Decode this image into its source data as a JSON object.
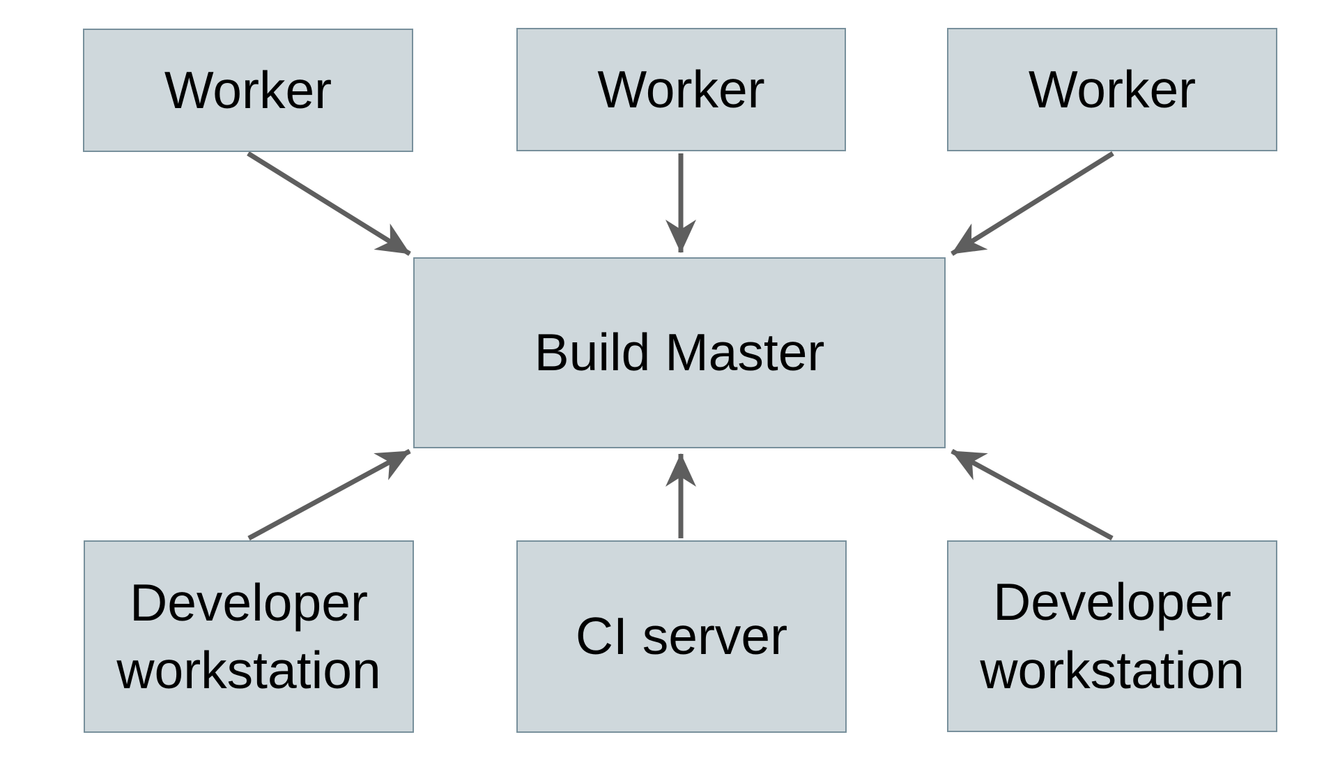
{
  "diagram": {
    "background": "#ffffff",
    "node_fill": "#cfd8dc",
    "node_border": "#78909c",
    "arrow_color": "#5e5e5e",
    "text_color": "#000000",
    "nodes": [
      {
        "id": "worker-top-left",
        "label": "Worker"
      },
      {
        "id": "worker-top-center",
        "label": "Worker"
      },
      {
        "id": "worker-top-right",
        "label": "Worker"
      },
      {
        "id": "build-master",
        "label": "Build Master"
      },
      {
        "id": "developer-workstation-left",
        "label": "Developer workstation"
      },
      {
        "id": "ci-server",
        "label": "CI server"
      },
      {
        "id": "developer-workstation-right",
        "label": "Developer workstation"
      }
    ],
    "edges": [
      {
        "from": "worker-top-left",
        "to": "build-master"
      },
      {
        "from": "worker-top-center",
        "to": "build-master"
      },
      {
        "from": "worker-top-right",
        "to": "build-master"
      },
      {
        "from": "developer-workstation-left",
        "to": "build-master"
      },
      {
        "from": "ci-server",
        "to": "build-master"
      },
      {
        "from": "developer-workstation-right",
        "to": "build-master"
      }
    ]
  }
}
